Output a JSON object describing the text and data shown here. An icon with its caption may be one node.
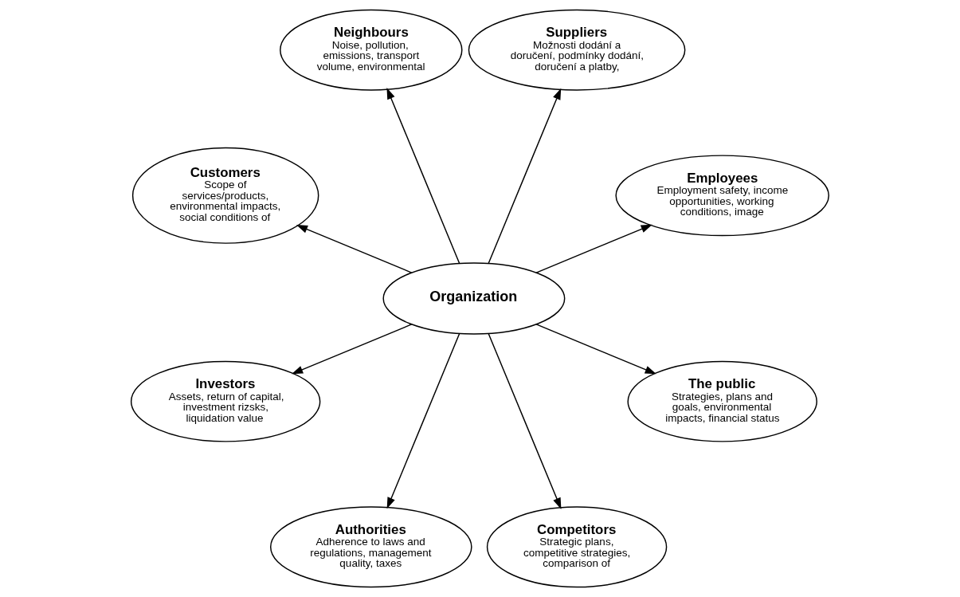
{
  "diagram": {
    "nodes": [
      {
        "text": [
          "Employees",
          "Employment safety, income opportunities, working conditions, image"
        ]
      },
      {
        "text": [
          "Suppliers",
          "Možnosti dodání a doručení, podmínky dodání, doručení a platby,"
        ]
      },
      {
        "text": [
          "Neighbours",
          "Noise, pollution, emissions, transport volume, environmental"
        ]
      },
      {
        "text": [
          "Customers",
          "Scope of services/products, environmental impacts, social conditions of"
        ]
      },
      {
        "text": [
          "Organization"
        ]
      },
      {
        "text": [
          "Investors",
          "Assets, return of capital, investment rizsks, liquidation value"
        ]
      },
      {
        "text": [
          "Authorities",
          "Adherence to laws and regulations, management quality, taxes"
        ]
      },
      {
        "text": [
          "Competitors",
          "Strategic plans, competitive strategies, comparison of"
        ]
      },
      {
        "text": [
          "The public",
          "Strategies, plans and goals, environmental impacts, financial status"
        ]
      }
    ],
    "edges": [
      {
        "from": 4,
        "to": 0,
        "arrow": "to"
      },
      {
        "from": 4,
        "to": 1,
        "arrow": "to"
      },
      {
        "from": 4,
        "to": 2,
        "arrow": "to"
      },
      {
        "from": 4,
        "to": 3,
        "arrow": "to"
      },
      {
        "from": 4,
        "to": 5,
        "arrow": "to"
      },
      {
        "from": 4,
        "to": 6,
        "arrow": "to"
      },
      {
        "from": 4,
        "to": 7,
        "arrow": "to"
      },
      {
        "from": 4,
        "to": 8,
        "arrow": "to"
      }
    ]
  }
}
